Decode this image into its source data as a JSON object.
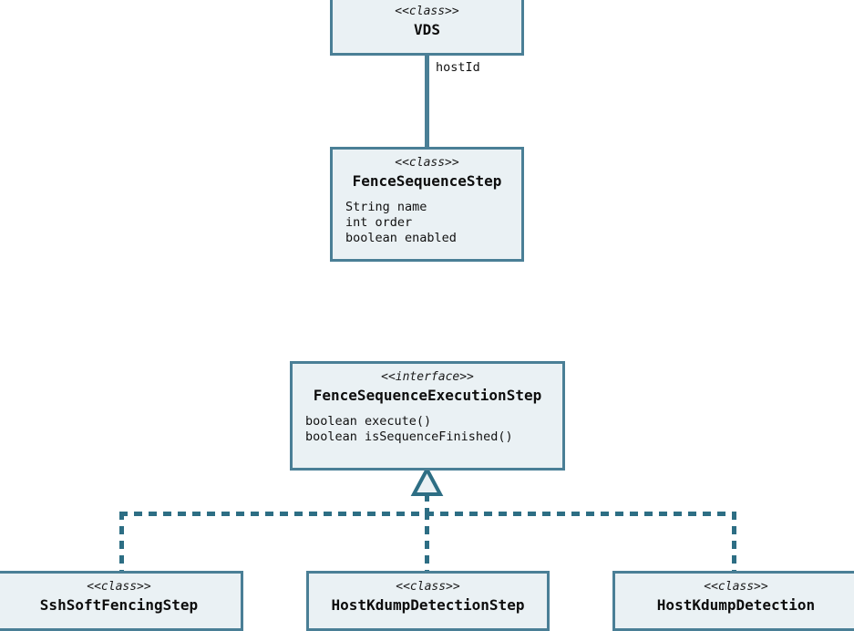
{
  "diagram": {
    "kind": "uml-class-diagram",
    "colors": {
      "border": "#4a7f96",
      "fill": "#eaf1f4",
      "text": "#111111",
      "background": "#ffffff"
    },
    "nodes": [
      {
        "id": "vds",
        "stereotype": "<<class>>",
        "name": "VDS",
        "members": []
      },
      {
        "id": "fence-sequence-step",
        "stereotype": "<<class>>",
        "name": "FenceSequenceStep",
        "members": [
          "String name",
          "int order",
          "boolean enabled"
        ]
      },
      {
        "id": "fence-sequence-execution-step",
        "stereotype": "<<interface>>",
        "name": "FenceSequenceExecutionStep",
        "members": [
          "boolean execute()",
          "boolean isSequenceFinished()"
        ]
      },
      {
        "id": "ssh-soft-fencing-step",
        "stereotype": "<<class>>",
        "name": "SshSoftFencingStep",
        "members": []
      },
      {
        "id": "host-kdump-detection-step",
        "stereotype": "<<class>>",
        "name": "HostKdumpDetectionStep",
        "members": []
      },
      {
        "id": "host-kdump-detection",
        "stereotype": "<<class>>",
        "name": "HostKdumpDetection",
        "members": []
      }
    ],
    "edges": [
      {
        "id": "vds-to-fence-sequence-step",
        "type": "association",
        "style": "solid",
        "label": "hostId",
        "from": "vds",
        "to": "fence-sequence-step"
      },
      {
        "id": "ssh-implements-interface",
        "type": "realization",
        "style": "dashed",
        "label": "",
        "from": "ssh-soft-fencing-step",
        "to": "fence-sequence-execution-step"
      },
      {
        "id": "hkds-implements-interface",
        "type": "realization",
        "style": "dashed",
        "label": "",
        "from": "host-kdump-detection-step",
        "to": "fence-sequence-execution-step"
      },
      {
        "id": "hkd-implements-interface",
        "type": "realization",
        "style": "dashed",
        "label": "",
        "from": "host-kdump-detection",
        "to": "fence-sequence-execution-step"
      }
    ]
  }
}
